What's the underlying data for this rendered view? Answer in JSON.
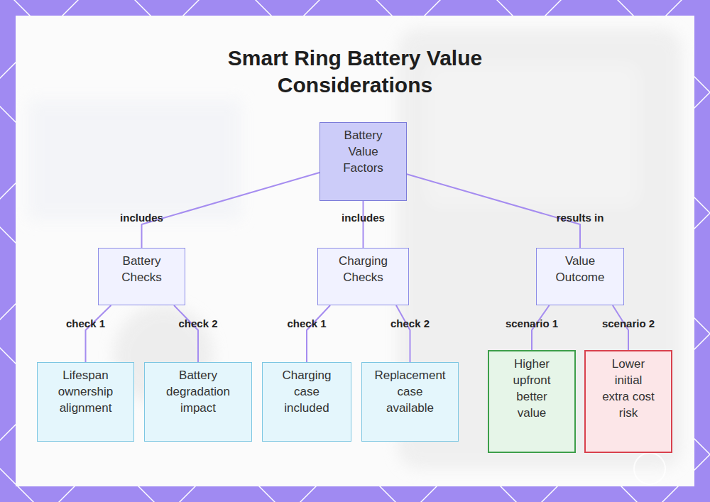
{
  "diagram": {
    "title": "Smart Ring Battery Value Considerations",
    "nodes": [
      {
        "text": [
          "Battery Value Factors"
        ]
      },
      {
        "text": [
          "Battery Checks"
        ]
      },
      {
        "text": [
          "Charging Checks"
        ]
      },
      {
        "text": [
          "Value Outcome"
        ]
      },
      {
        "text": [
          "Lifespan ownership alignment"
        ]
      },
      {
        "text": [
          "Battery degradation impact"
        ]
      },
      {
        "text": [
          "Charging case included"
        ]
      },
      {
        "text": [
          "Replacement case available"
        ]
      },
      {
        "text": [
          "Higher upfront better value"
        ]
      },
      {
        "text": [
          "Lower initial extra cost risk"
        ]
      }
    ],
    "edges": [
      {
        "from": 0,
        "to": 1,
        "label": "includes",
        "arrow": "none"
      },
      {
        "from": 0,
        "to": 2,
        "label": "includes",
        "arrow": "none"
      },
      {
        "from": 0,
        "to": 3,
        "label": "results in",
        "arrow": "none"
      },
      {
        "from": 1,
        "to": 4,
        "label": "check 1",
        "arrow": "none"
      },
      {
        "from": 1,
        "to": 5,
        "label": "check 2",
        "arrow": "none"
      },
      {
        "from": 2,
        "to": 6,
        "label": "check 1",
        "arrow": "none"
      },
      {
        "from": 2,
        "to": 7,
        "label": "check 2",
        "arrow": "none"
      },
      {
        "from": 3,
        "to": 8,
        "label": "scenario 1",
        "arrow": "none"
      },
      {
        "from": 3,
        "to": 9,
        "label": "scenario 2",
        "arrow": "none"
      }
    ]
  }
}
